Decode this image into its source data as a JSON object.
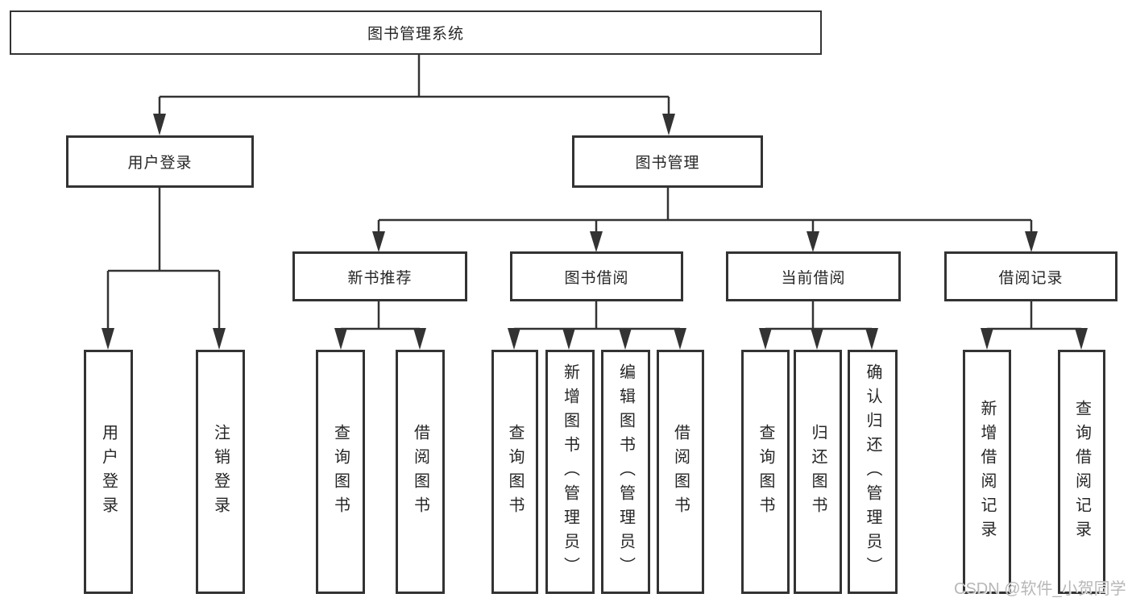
{
  "tree": {
    "label": "图书管理系统",
    "children": [
      {
        "label": "用户登录",
        "children": [
          {
            "label": "用户登录"
          },
          {
            "label": "注销登录"
          }
        ]
      },
      {
        "label": "图书管理",
        "children": [
          {
            "label": "新书推荐",
            "children": [
              {
                "label": "查询图书"
              },
              {
                "label": "借阅图书"
              }
            ]
          },
          {
            "label": "图书借阅",
            "children": [
              {
                "label": "查询图书"
              },
              {
                "label": "新增图书（管理员）"
              },
              {
                "label": "编辑图书（管理员）"
              },
              {
                "label": "借阅图书"
              }
            ]
          },
          {
            "label": "当前借阅",
            "children": [
              {
                "label": "查询图书"
              },
              {
                "label": "归还图书"
              },
              {
                "label": "确认归还（管理员）"
              }
            ]
          },
          {
            "label": "借阅记录",
            "children": [
              {
                "label": "新增借阅记录"
              },
              {
                "label": "查询借阅记录"
              }
            ]
          }
        ]
      }
    ]
  },
  "watermark": {
    "text": "CSDN @软件_小贺同学"
  },
  "colors": {
    "line": "#333333",
    "box_border": "#333333",
    "text": "#262626",
    "background": "#ffffff",
    "watermark": "#b7b7b7"
  }
}
